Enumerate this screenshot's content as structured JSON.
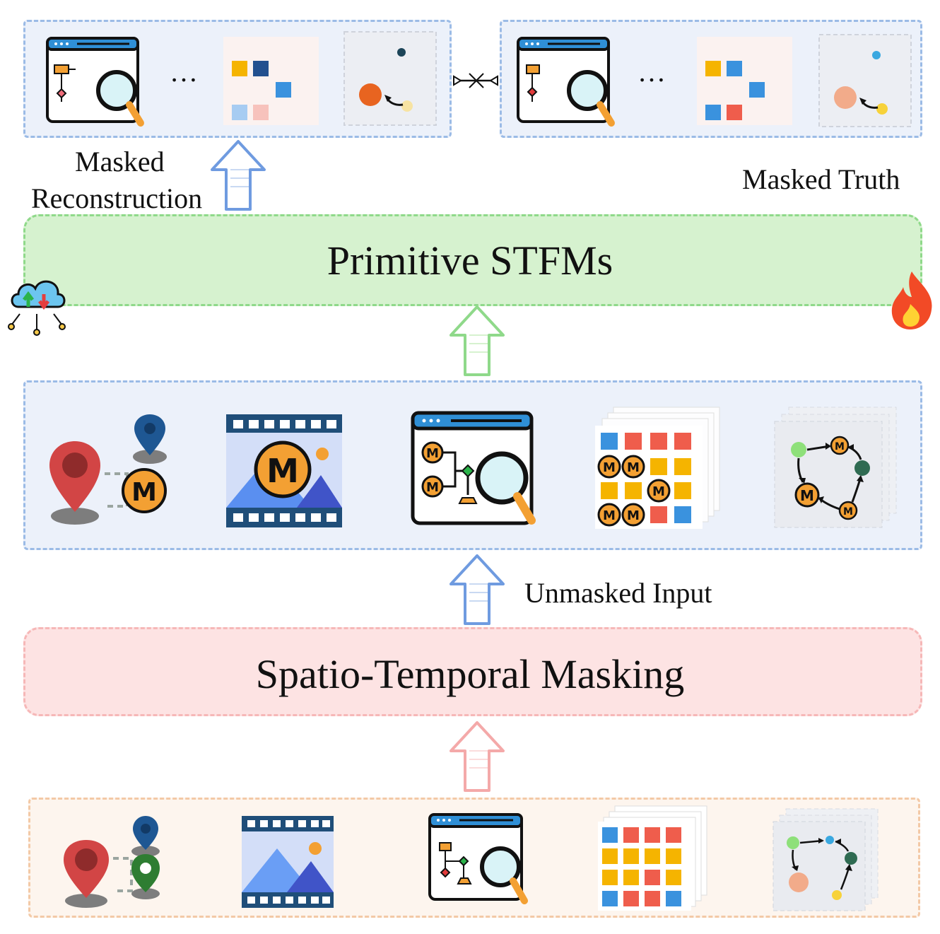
{
  "top_left_label_line1": "Masked",
  "top_left_label_line2": "Reconstruction",
  "top_right_label": "Masked Truth",
  "model_band_title": "Primitive STFMs",
  "masking_band_title": "Spatio-Temporal Masking",
  "unmasked_label": "Unmasked Input",
  "ellipsis": "…",
  "mask_letter": "M",
  "colors": {
    "blue_panel_border": "#9bbbe6",
    "blue_panel_fill": "#ecf1fa",
    "green_band_border": "#8fd98a",
    "green_band_fill": "#d6f2cf",
    "red_band_border": "#f6b7b7",
    "red_band_fill": "#fde3e3",
    "orange_panel_border": "#f3c9a6",
    "orange_panel_fill": "#fdf5ee",
    "mask_token": "#f3a033"
  },
  "icons": [
    "map-pin-icon",
    "film-frame-icon",
    "flowchart-search-icon",
    "grid-stack-icon",
    "graph-cube-icon",
    "cloud-sync-icon",
    "fire-icon"
  ]
}
